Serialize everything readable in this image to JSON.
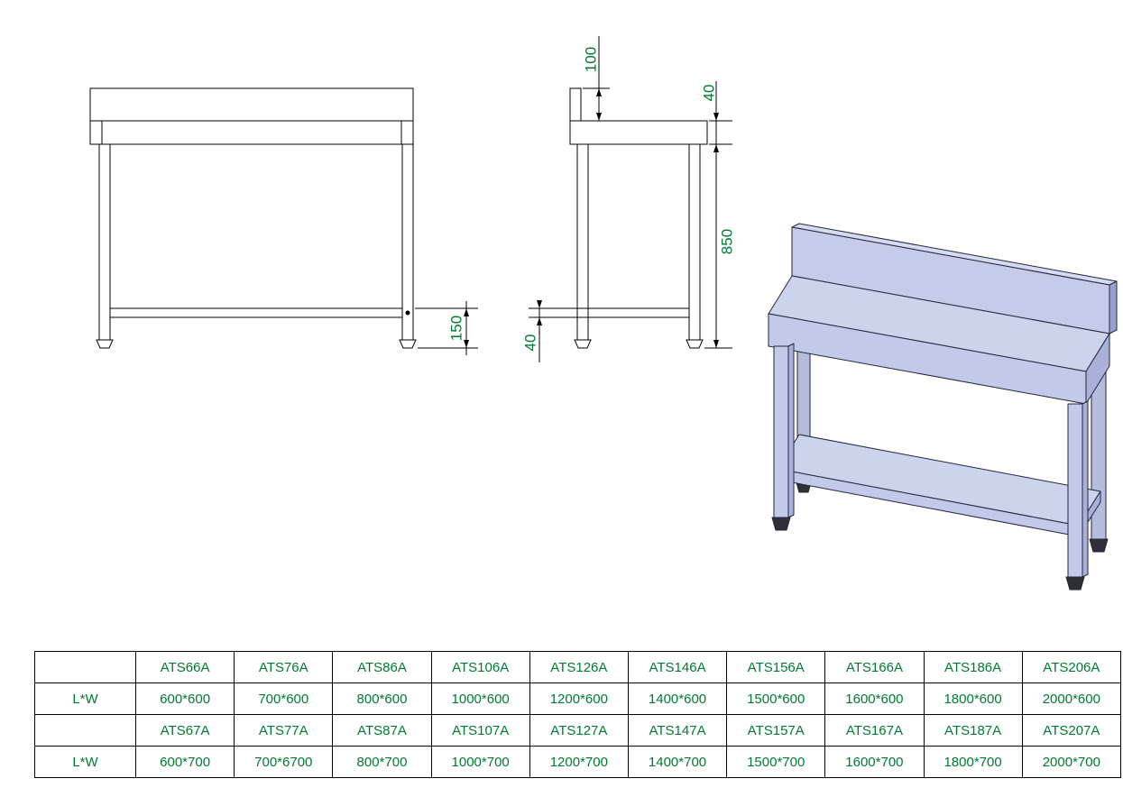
{
  "colors": {
    "line": "#000000",
    "annotation_green": "#007a33",
    "iso_top": "#cdd2ed",
    "iso_front": "#c3c9e8",
    "iso_side": "#aab1d8",
    "iso_back_leg": "#b6bcde",
    "iso_top_strip": "#d7daf1",
    "iso_edge_dark": "#98a1cd",
    "foot_dark": "#2f2f38"
  },
  "dimensions": {
    "backsplash_height": "100",
    "top_thickness": "40",
    "overall_height": "850",
    "shelf_thickness": "40",
    "shelf_clearance": "150"
  },
  "spec_table": {
    "rows": [
      [
        "",
        "ATS66A",
        "ATS76A",
        "ATS86A",
        "ATS106A",
        "ATS126A",
        "ATS146A",
        "ATS156A",
        "ATS166A",
        "ATS186A",
        "ATS206A"
      ],
      [
        "L*W",
        "600*600",
        "700*600",
        "800*600",
        "1000*600",
        "1200*600",
        "1400*600",
        "1500*600",
        "1600*600",
        "1800*600",
        "2000*600"
      ],
      [
        "",
        "ATS67A",
        "ATS77A",
        "ATS87A",
        "ATS107A",
        "ATS127A",
        "ATS147A",
        "ATS157A",
        "ATS167A",
        "ATS187A",
        "ATS207A"
      ],
      [
        "L*W",
        "600*700",
        "700*6700",
        "800*700",
        "1000*700",
        "1200*700",
        "1400*700",
        "1500*700",
        "1600*700",
        "1800*700",
        "2000*700"
      ]
    ]
  }
}
